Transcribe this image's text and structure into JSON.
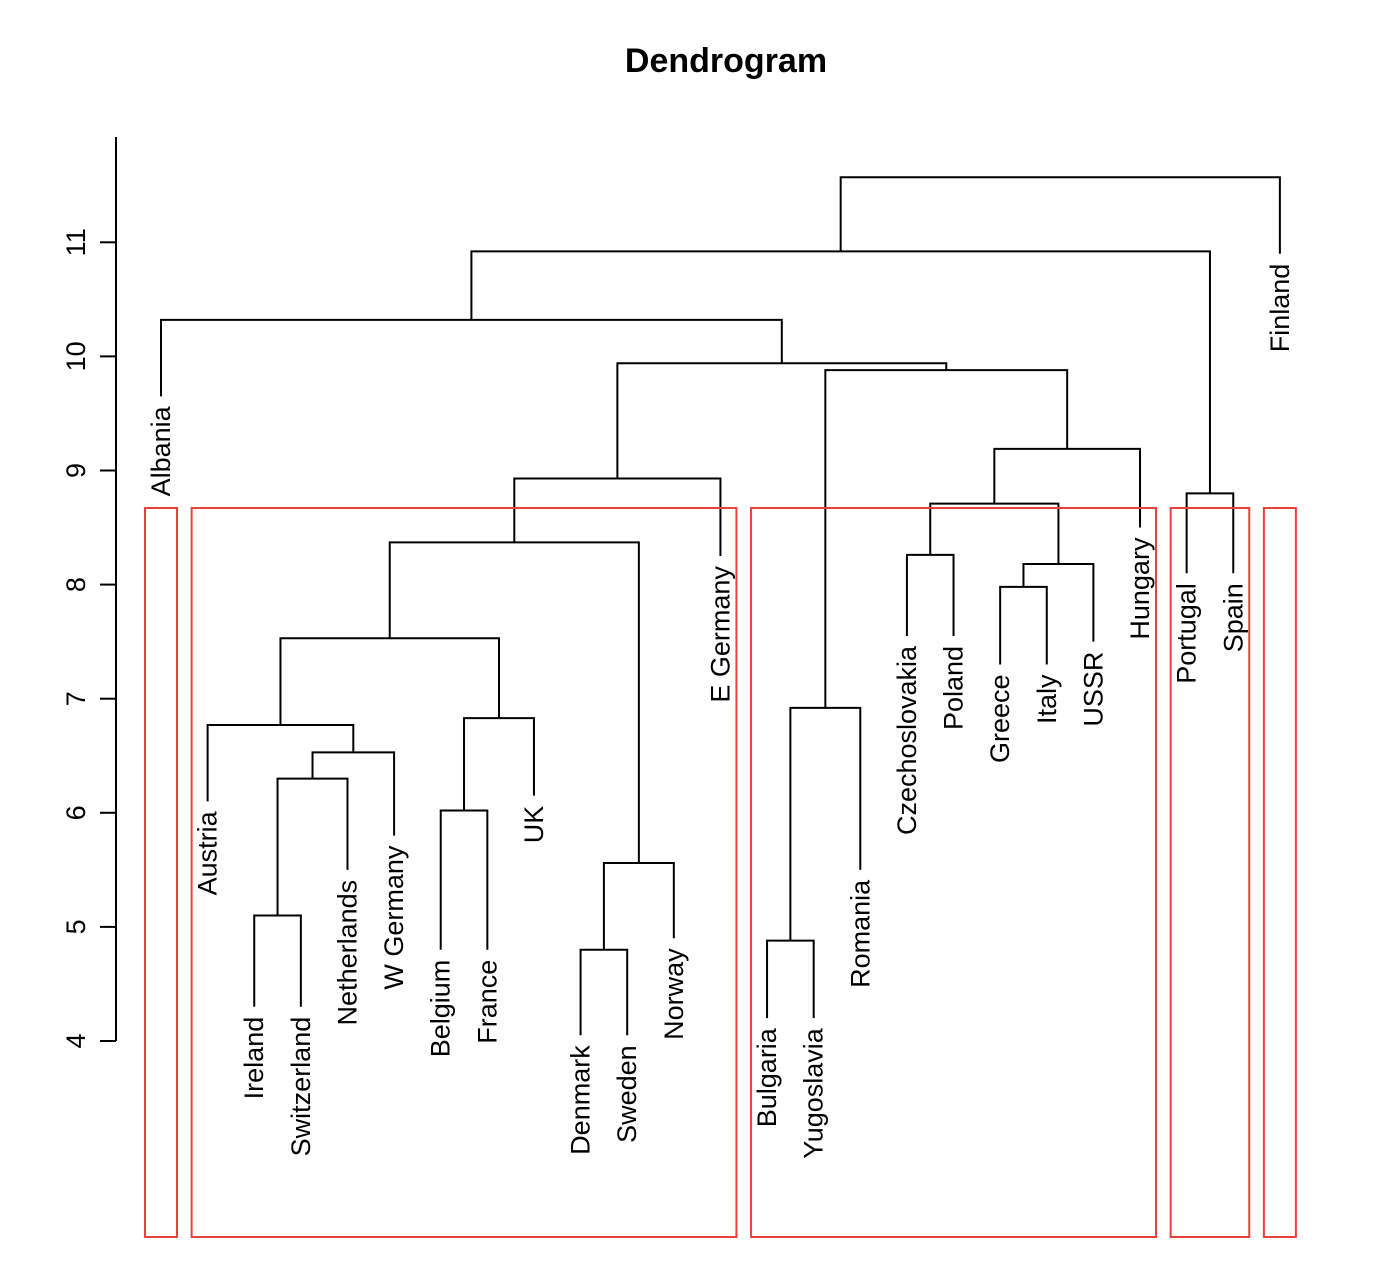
{
  "chart_data": {
    "type": "dendrogram",
    "title": "Dendrogram",
    "xlabel": "",
    "ylabel": "",
    "ylim": [
      4,
      11.6
    ],
    "yticks": [
      4,
      5,
      6,
      7,
      8,
      9,
      10,
      11
    ],
    "grid": false,
    "box_color": "#e8423a",
    "leaves": [
      {
        "label": "Albania",
        "height": 9.65
      },
      {
        "label": "Austria",
        "height": 6.1
      },
      {
        "label": "Ireland",
        "height": 4.3
      },
      {
        "label": "Switzerland",
        "height": 4.3
      },
      {
        "label": "Netherlands",
        "height": 5.5
      },
      {
        "label": "W Germany",
        "height": 5.8
      },
      {
        "label": "Belgium",
        "height": 4.8
      },
      {
        "label": "France",
        "height": 4.8
      },
      {
        "label": "UK",
        "height": 6.15
      },
      {
        "label": "Denmark",
        "height": 4.05
      },
      {
        "label": "Sweden",
        "height": 4.05
      },
      {
        "label": "Norway",
        "height": 4.9
      },
      {
        "label": "E Germany",
        "height": 8.25
      },
      {
        "label": "Bulgaria",
        "height": 4.2
      },
      {
        "label": "Yugoslavia",
        "height": 4.2
      },
      {
        "label": "Romania",
        "height": 5.5
      },
      {
        "label": "Czechoslovakia",
        "height": 7.55
      },
      {
        "label": "Poland",
        "height": 7.55
      },
      {
        "label": "Greece",
        "height": 7.3
      },
      {
        "label": "Italy",
        "height": 7.3
      },
      {
        "label": "USSR",
        "height": 7.5
      },
      {
        "label": "Hungary",
        "height": 8.5
      },
      {
        "label": "Portugal",
        "height": 8.1
      },
      {
        "label": "Spain",
        "height": 8.1
      },
      {
        "label": "Finland",
        "height": 10.9
      }
    ],
    "merges": [
      {
        "left": "Denmark",
        "right": "Sweden",
        "height": 4.8
      },
      {
        "left": "Bulgaria",
        "right": "Yugoslavia",
        "height": 4.88
      },
      {
        "left": "Ireland",
        "right": "Switzerland",
        "height": 5.1
      },
      {
        "left": "[Denmark,Sweden]",
        "right": "Norway",
        "height": 5.56
      },
      {
        "left": "Belgium",
        "right": "France",
        "height": 6.02
      },
      {
        "left": "[Ireland,Switzerland]",
        "right": "Netherlands",
        "height": 6.3
      },
      {
        "left": "[Ireland..Netherlands]",
        "right": "W Germany",
        "height": 6.53
      },
      {
        "left": "Austria",
        "right": "[Ireland..W Germany]",
        "height": 6.77
      },
      {
        "left": "[Belgium,France]",
        "right": "UK",
        "height": 6.83
      },
      {
        "left": "[Bulgaria,Yugoslavia]",
        "right": "Romania",
        "height": 6.92
      },
      {
        "left": "[Austria..W Germany]",
        "right": "[Belgium..UK]",
        "height": 7.53
      },
      {
        "left": "Greece",
        "right": "Italy",
        "height": 7.98
      },
      {
        "left": "[Greece,Italy]",
        "right": "USSR",
        "height": 8.18
      },
      {
        "left": "Czechoslovakia",
        "right": "Poland",
        "height": 8.26
      },
      {
        "left": "[Austria..UK]",
        "right": "[Denmark..Norway]",
        "height": 8.37
      },
      {
        "left": "[Czechoslovakia,Poland]",
        "right": "[Greece..USSR]",
        "height": 8.71
      },
      {
        "left": "Portugal",
        "right": "Spain",
        "height": 8.8
      },
      {
        "left": "[Austria..Norway]",
        "right": "E Germany",
        "height": 8.93
      },
      {
        "left": "[Czechoslovakia..USSR]",
        "right": "Hungary",
        "height": 9.19
      },
      {
        "left": "[Bulgaria..Romania]",
        "right": "[Czechoslovakia..Hungary]",
        "height": 9.88
      },
      {
        "left": "[Austria..E Germany]",
        "right": "[Bulgaria..Hungary]",
        "height": 9.94
      },
      {
        "left": "Albania",
        "right": "[Austria..Hungary]",
        "height": 10.32
      },
      {
        "left": "[Albania..Hungary]",
        "right": "[Portugal,Spain]",
        "height": 10.92
      },
      {
        "left": "[Albania..Spain]",
        "right": "Finland",
        "height": 11.57
      }
    ],
    "cluster_boxes": [
      {
        "members": [
          "Albania"
        ]
      },
      {
        "members": [
          "Austria",
          "Ireland",
          "Switzerland",
          "Netherlands",
          "W Germany",
          "Belgium",
          "France",
          "UK",
          "Denmark",
          "Sweden",
          "Norway",
          "E Germany"
        ]
      },
      {
        "members": [
          "Bulgaria",
          "Yugoslavia",
          "Romania",
          "Czechoslovakia",
          "Poland",
          "Greece",
          "Italy",
          "USSR",
          "Hungary"
        ]
      },
      {
        "members": [
          "Portugal",
          "Spain"
        ]
      },
      {
        "members": [
          "Finland"
        ]
      }
    ]
  }
}
